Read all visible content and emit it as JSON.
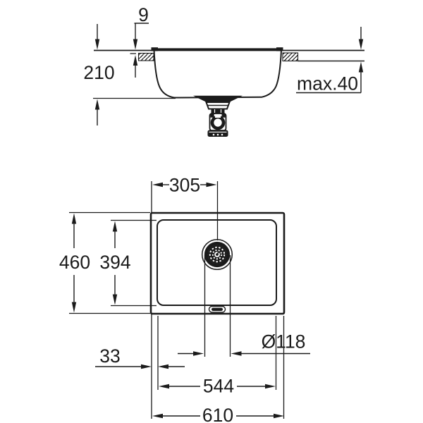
{
  "drawing": {
    "type": "technical dimension drawing",
    "subject": "undermount kitchen sink",
    "line_color": "#1b1b1b",
    "background_color": "#ffffff",
    "side_view": {
      "dim_rim_height": "9",
      "dim_bowl_depth": "210",
      "dim_countertop_thickness": "max.40"
    },
    "plan_view": {
      "dim_drain_offset": "305",
      "dim_overall_depth": "460",
      "dim_bowl_inner_depth": "394",
      "dim_rim_inset": "33",
      "dim_drain_diameter": "Ø118",
      "dim_bowl_inner_width": "544",
      "dim_overall_width": "610"
    }
  }
}
